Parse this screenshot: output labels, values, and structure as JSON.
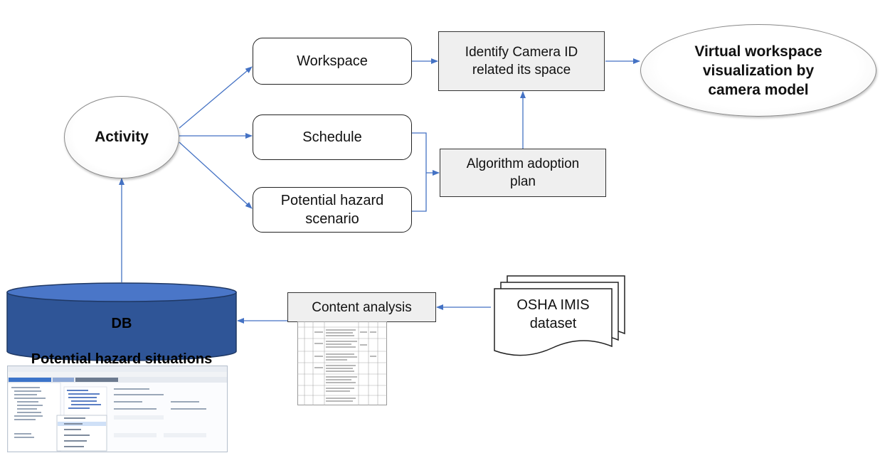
{
  "nodes": {
    "activity": "Activity",
    "workspace": "Workspace",
    "schedule": "Schedule",
    "hazard_scenario": "Potential hazard\nscenario",
    "identify_camera": "Identify Camera ID\nrelated its space",
    "algorithm_plan": "Algorithm adoption\nplan",
    "virtual_visualization": "Virtual workspace\nvisualization by\ncamera model",
    "content_analysis": "Content analysis",
    "osha_dataset": "OSHA IMIS\ndataset",
    "db_title": "DB",
    "db_subtitle": "Potential hazard situations\n(computer vision assist)"
  },
  "colors": {
    "arrow": "#4472c4",
    "db_fill": "#2f5597",
    "db_top": "#4a76c8",
    "node_border": "#222222",
    "rect_fill": "#efefef"
  }
}
